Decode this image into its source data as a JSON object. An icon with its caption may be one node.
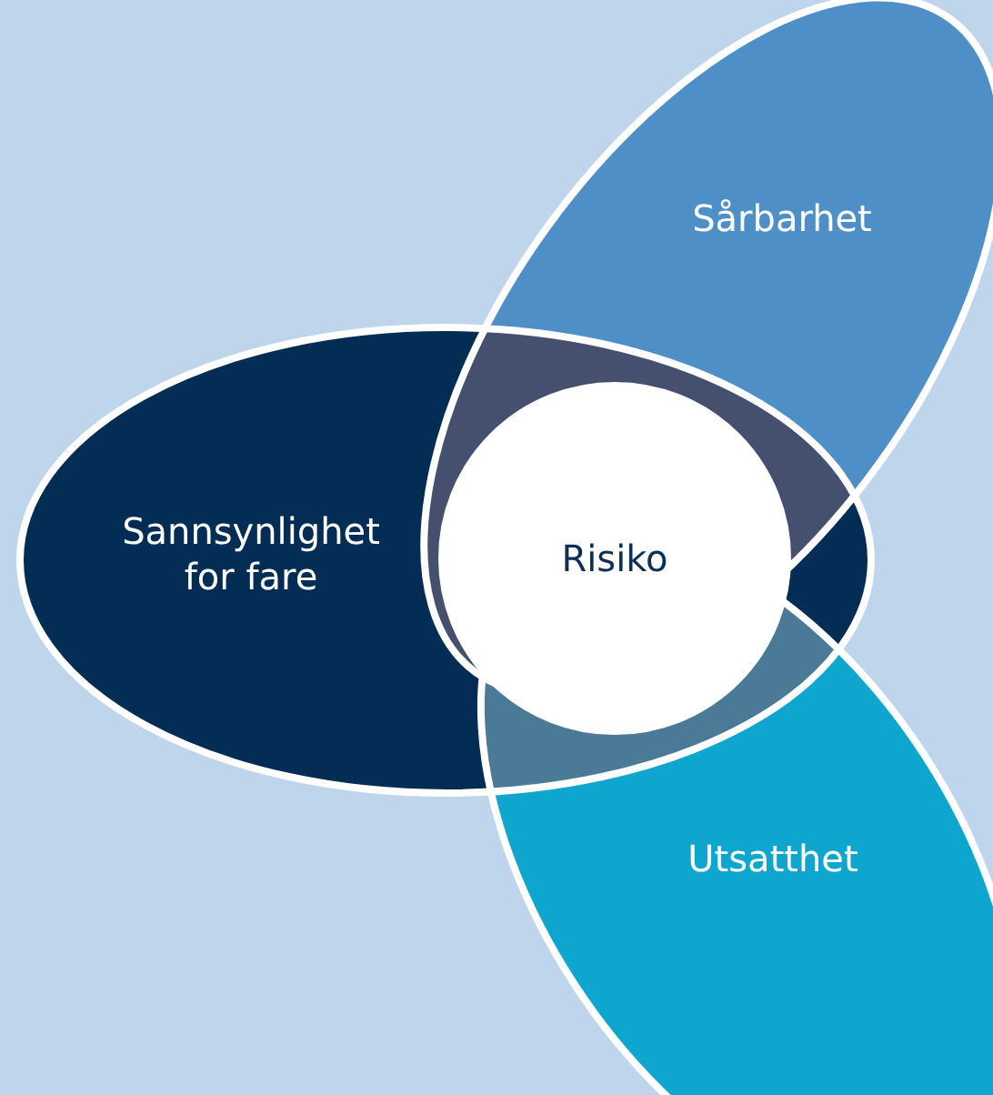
{
  "diagram": {
    "nodes": [
      {
        "text": [
          "Sannsynlighet for fare"
        ]
      },
      {
        "text": [
          "Sårbarhet"
        ]
      },
      {
        "text": [
          "Utsatthet"
        ]
      },
      {
        "text": [
          "Risiko"
        ]
      }
    ]
  }
}
